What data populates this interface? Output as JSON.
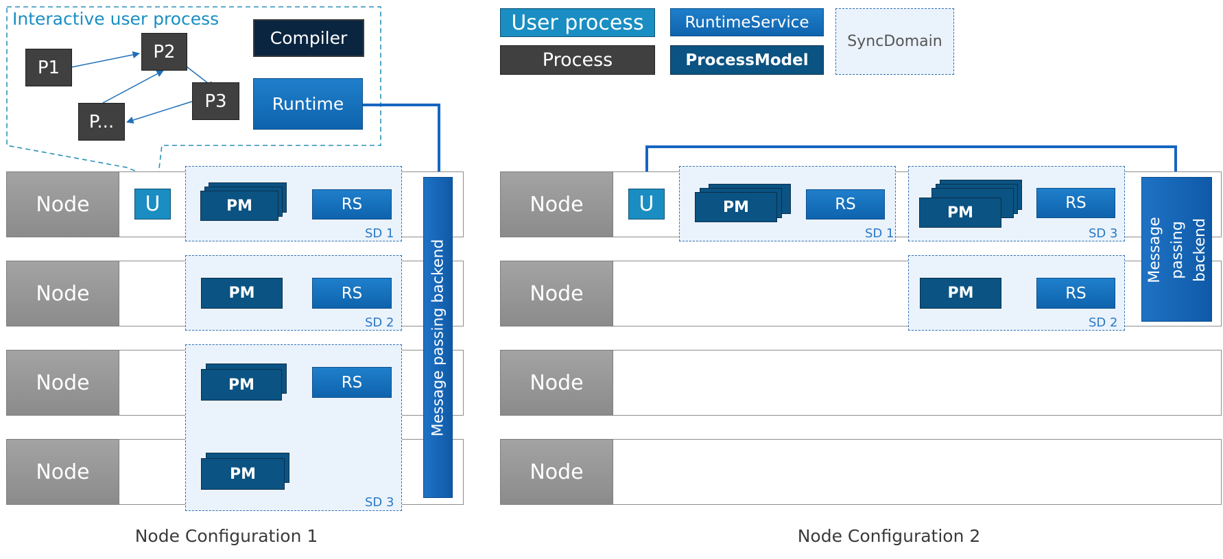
{
  "legend": {
    "user_process": "User process",
    "runtime_service": "RuntimeService",
    "sync_domain": "SyncDomain",
    "process": "Process",
    "process_model": "ProcessModel"
  },
  "interactive": {
    "title": "Interactive user process",
    "p1": "P1",
    "p2": "P2",
    "p3": "P3",
    "pn": "P...",
    "compiler": "Compiler",
    "runtime": "Runtime"
  },
  "config1": {
    "caption": "Node Configuration 1",
    "nodes": [
      "Node",
      "Node",
      "Node",
      "Node"
    ],
    "user": "U",
    "pm": "PM",
    "rs": "RS",
    "sd": [
      "SD 1",
      "SD 2",
      "SD 3"
    ],
    "backend": "Message passing backend"
  },
  "config2": {
    "caption": "Node Configuration 2",
    "nodes": [
      "Node",
      "Node",
      "Node",
      "Node"
    ],
    "user": "U",
    "pm": "PM",
    "rs": "RS",
    "sd": [
      "SD 1",
      "SD 3",
      "SD 2"
    ],
    "backend_lines": [
      "Message",
      "passing",
      "backend"
    ]
  },
  "colors": {
    "user_process": "#1a8ec2",
    "runtime_service": "#1476c2",
    "process": "#404040",
    "process_model": "#0b5382",
    "sync_domain_border": "#2f6fb0",
    "connector": "#1565c0"
  }
}
